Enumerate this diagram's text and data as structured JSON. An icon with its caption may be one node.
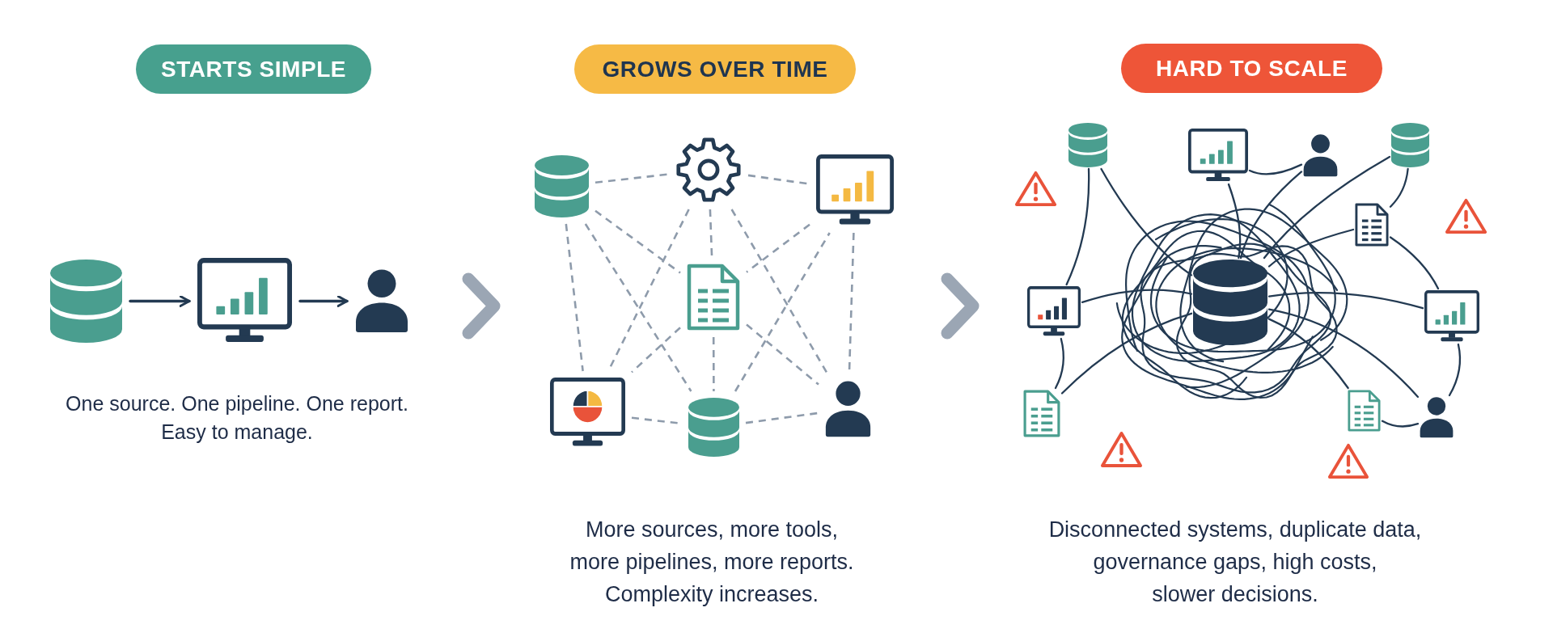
{
  "diagram": {
    "nodes": [
      {
        "text": [
          "STARTS SIMPLE"
        ]
      },
      {
        "text": [],
        "shape": "cylinder"
      },
      {
        "text": [],
        "shape": "monitor"
      },
      {
        "text": [],
        "shape": "person"
      },
      {
        "text": [
          "GROWS OVER TIME"
        ]
      },
      {
        "text": [],
        "shape": "cylinder"
      },
      {
        "text": [],
        "shape": "gear"
      },
      {
        "text": [],
        "shape": "monitor"
      },
      {
        "text": [],
        "shape": "document"
      },
      {
        "text": [],
        "shape": "monitor"
      },
      {
        "text": [],
        "shape": "cylinder"
      },
      {
        "text": [],
        "shape": "person"
      },
      {
        "text": [
          "HARD TO SCALE"
        ]
      },
      {
        "text": [],
        "shape": "cylinder"
      },
      {
        "text": [],
        "shape": "monitor"
      },
      {
        "text": [],
        "shape": "person"
      },
      {
        "text": [],
        "shape": "cylinder"
      },
      {
        "text": [],
        "shape": "document"
      },
      {
        "text": [],
        "shape": "monitor"
      },
      {
        "text": [],
        "shape": "cylinder"
      },
      {
        "text": [],
        "shape": "monitor"
      },
      {
        "text": [],
        "shape": "document"
      },
      {
        "text": [],
        "shape": "document"
      },
      {
        "text": [],
        "shape": "person"
      }
    ],
    "edges": [
      {
        "from": 1,
        "to": 2,
        "arrow": "to"
      },
      {
        "from": 2,
        "to": 3,
        "arrow": "to"
      },
      {
        "from": 5,
        "to": 6,
        "arrow": "none",
        "style": "dashed",
        "color": "#8e9bab"
      },
      {
        "from": 6,
        "to": 7,
        "arrow": "none",
        "style": "dashed",
        "color": "#8e9bab"
      },
      {
        "from": 5,
        "to": 8,
        "arrow": "none",
        "style": "dashed",
        "color": "#8e9bab"
      },
      {
        "from": 5,
        "to": 9,
        "arrow": "none",
        "style": "dashed",
        "color": "#8e9bab"
      },
      {
        "from": 6,
        "to": 8,
        "arrow": "none",
        "style": "dashed",
        "color": "#8e9bab"
      },
      {
        "from": 7,
        "to": 8,
        "arrow": "none",
        "style": "dashed",
        "color": "#8e9bab"
      },
      {
        "from": 7,
        "to": 11,
        "arrow": "none",
        "style": "dashed",
        "color": "#8e9bab"
      },
      {
        "from": 6,
        "to": 11,
        "arrow": "none",
        "style": "dashed",
        "color": "#8e9bab"
      },
      {
        "from": 8,
        "to": 10,
        "arrow": "none",
        "style": "dashed",
        "color": "#8e9bab"
      },
      {
        "from": 8,
        "to": 11,
        "arrow": "none",
        "style": "dashed",
        "color": "#8e9bab"
      },
      {
        "from": 8,
        "to": 9,
        "arrow": "none",
        "style": "dashed",
        "color": "#8e9bab"
      },
      {
        "from": 9,
        "to": 10,
        "arrow": "none",
        "style": "dashed",
        "color": "#8e9bab"
      },
      {
        "from": 10,
        "to": 11,
        "arrow": "none",
        "style": "dashed",
        "color": "#8e9bab"
      },
      {
        "from": 6,
        "to": 9,
        "arrow": "none",
        "style": "dashed",
        "color": "#8e9bab"
      },
      {
        "from": 10,
        "to": 7,
        "arrow": "none",
        "style": "dashed",
        "color": "#8e9bab"
      },
      {
        "from": 5,
        "to": 10,
        "arrow": "none",
        "style": "dashed",
        "color": "#8e9bab"
      },
      {
        "from": 13,
        "to": 19,
        "arrow": "none"
      },
      {
        "from": 14,
        "to": 19,
        "arrow": "none"
      },
      {
        "from": 15,
        "to": 19,
        "arrow": "none"
      },
      {
        "from": 16,
        "to": 19,
        "arrow": "none"
      },
      {
        "from": 17,
        "to": 19,
        "arrow": "none"
      },
      {
        "from": 18,
        "to": 19,
        "arrow": "none"
      },
      {
        "from": 20,
        "to": 19,
        "arrow": "none"
      },
      {
        "from": 21,
        "to": 19,
        "arrow": "none"
      },
      {
        "from": 22,
        "to": 19,
        "arrow": "none"
      },
      {
        "from": 23,
        "to": 19,
        "arrow": "none"
      },
      {
        "from": 13,
        "to": 18,
        "arrow": "none"
      },
      {
        "from": 14,
        "to": 15,
        "arrow": "none"
      },
      {
        "from": 16,
        "to": 17,
        "arrow": "none"
      },
      {
        "from": 17,
        "to": 20,
        "arrow": "none"
      },
      {
        "from": 20,
        "to": 23,
        "arrow": "none"
      },
      {
        "from": 22,
        "to": 23,
        "arrow": "none"
      },
      {
        "from": 18,
        "to": 21,
        "arrow": "none"
      }
    ],
    "labels": [
      "One source. One pipeline. One report. Easy to manage.",
      "More sources, more tools, more pipelines, more reports. Complexity increases.",
      "Disconnected systems, duplicate data, governance gaps, high costs, slower decisions."
    ]
  }
}
